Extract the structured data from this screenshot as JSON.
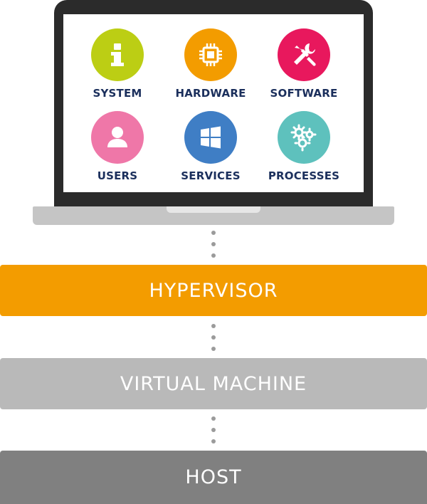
{
  "apps": [
    {
      "label": "SYSTEM",
      "icon": "info-icon",
      "color": "#bcce14"
    },
    {
      "label": "HARDWARE",
      "icon": "chip-icon",
      "color": "#f39c00"
    },
    {
      "label": "SOFTWARE",
      "icon": "tools-icon",
      "color": "#e8185d"
    },
    {
      "label": "USERS",
      "icon": "user-icon",
      "color": "#ef77a8"
    },
    {
      "label": "SERVICES",
      "icon": "windows-icon",
      "color": "#3f7ec5"
    },
    {
      "label": "PROCESSES",
      "icon": "gears-icon",
      "color": "#5ec1bd"
    }
  ],
  "layers": {
    "hypervisor": {
      "label": "HYPERVISOR",
      "color": "#f39c00"
    },
    "virtual_machine": {
      "label": "VIRTUAL MACHINE",
      "color": "#b9b9b9"
    },
    "host": {
      "label": "HOST",
      "color": "#808080"
    }
  }
}
